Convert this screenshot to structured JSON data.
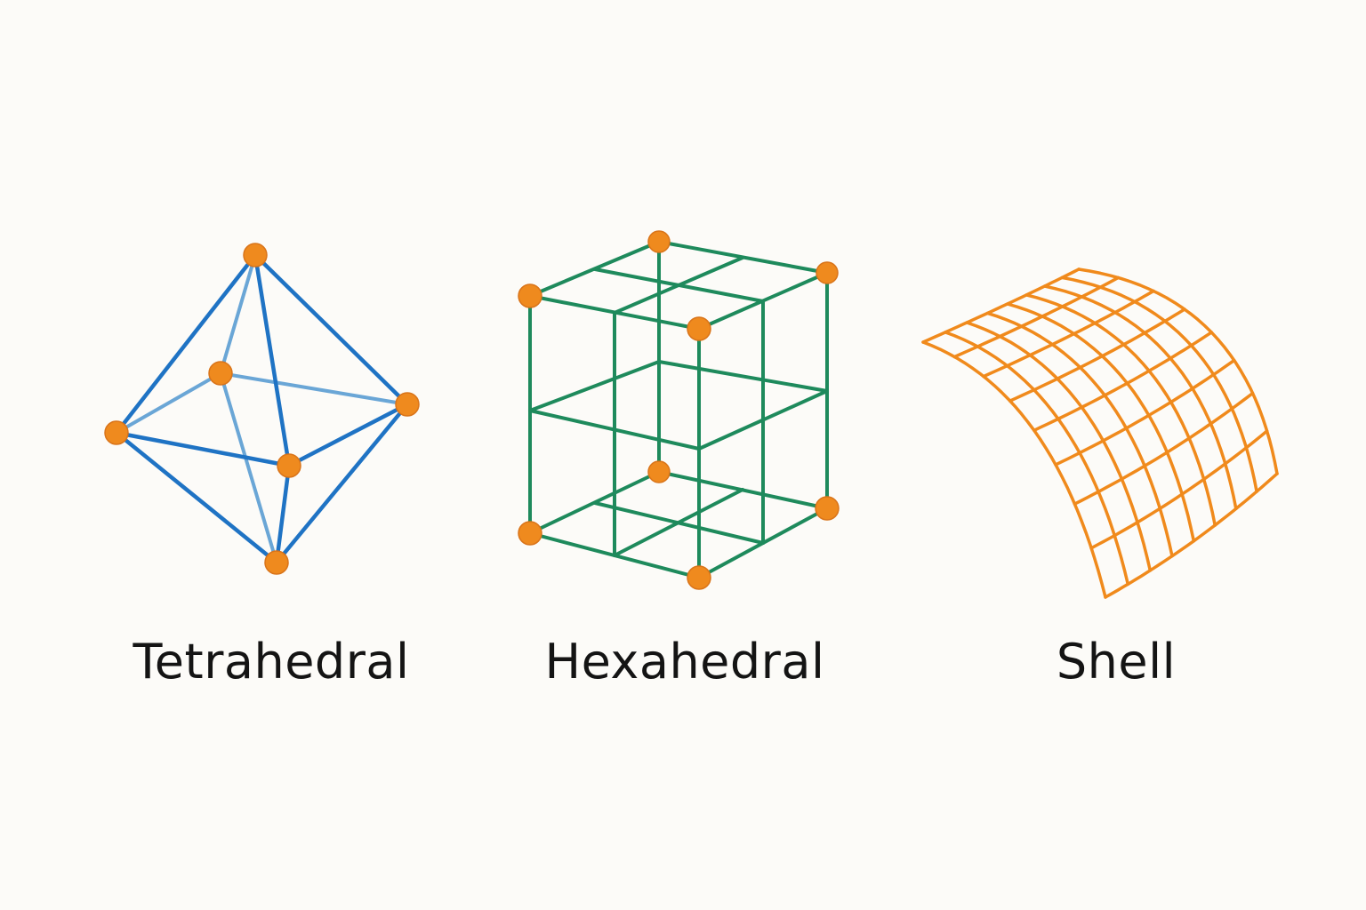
{
  "labels": {
    "tetrahedral": "Tetrahedral",
    "hexahedral": "Hexahedral",
    "shell": "Shell"
  },
  "colors": {
    "background": "#fcfbf8",
    "tetrahedral_edges": "#1f73c4",
    "tetrahedral_hidden_edges": "#6aa6d6",
    "hexahedral_edges": "#1e8a5c",
    "shell_mesh": "#f08a1c",
    "nodes": "#ef8a1e"
  }
}
